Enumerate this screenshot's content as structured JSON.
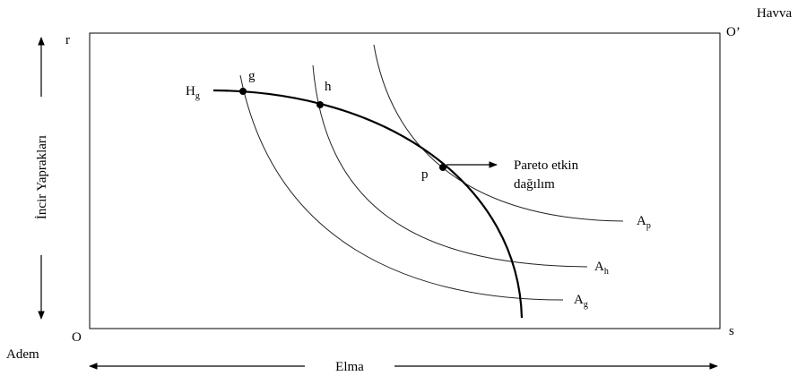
{
  "corners": {
    "top_left": "r",
    "top_right": "O’",
    "top_right_owner": "Havva",
    "bottom_left": "O",
    "bottom_left_owner": "Adem",
    "bottom_right": "s"
  },
  "axes": {
    "x_label": "Elma",
    "y_label": "İncir Yaprakları"
  },
  "points": [
    {
      "id": "g",
      "label": "g"
    },
    {
      "id": "h",
      "label": "h"
    },
    {
      "id": "p",
      "label": "p"
    }
  ],
  "curves": {
    "contract_curve": {
      "main": "H",
      "sub": "g"
    },
    "indifference": [
      {
        "main": "A",
        "sub": "p"
      },
      {
        "main": "A",
        "sub": "h"
      },
      {
        "main": "A",
        "sub": "g"
      }
    ]
  },
  "annotation": {
    "line1": "Pareto etkin",
    "line2": "dağılım"
  }
}
